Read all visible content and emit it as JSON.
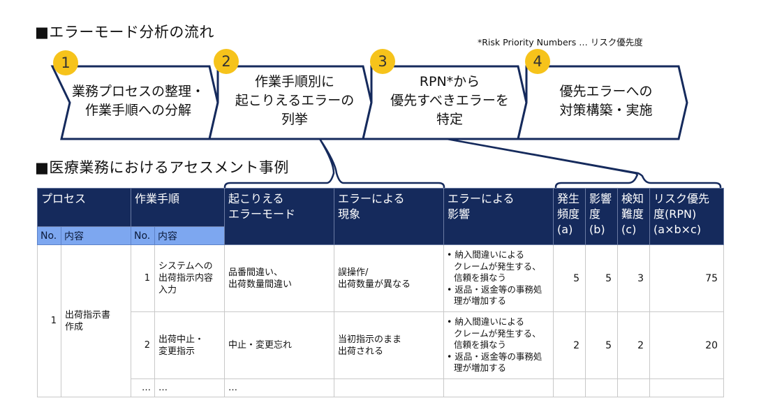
{
  "flow": {
    "title": "■エラーモード分析の流れ",
    "footnote": "*Risk Priority Numbers … リスク優先度",
    "steps": [
      {
        "number": "1",
        "line1": "業務プロセスの整理・",
        "line2": "作業手順への分解",
        "line3": ""
      },
      {
        "number": "2",
        "line1": "作業手順別に",
        "line2": "起こりえるエラーの",
        "line3": "列挙"
      },
      {
        "number": "3",
        "line1": "RPN*から",
        "line2": "優先すべきエラーを",
        "line3": "特定"
      },
      {
        "number": "4",
        "line1": "優先エラーへの",
        "line2": "対策構築・実施",
        "line3": ""
      }
    ]
  },
  "assessment": {
    "title": "■医療業務におけるアセスメント事例",
    "headers": {
      "process": "プロセス",
      "procedure": "作業手順",
      "error_mode_1": "起こりえる",
      "error_mode_2": "エラーモード",
      "phenomenon_1": "エラーによる",
      "phenomenon_2": "現象",
      "impact_1": "エラーによる",
      "impact_2": "影響",
      "freq_1": "発生",
      "freq_2": "頻度",
      "freq_3": "(a)",
      "influence_1": "影響",
      "influence_2": "度",
      "influence_3": "(b)",
      "detect_1": "検知",
      "detect_2": "難度",
      "detect_3": "(c)",
      "rpn_1": "リスク優先",
      "rpn_2": "度(RPN)",
      "rpn_3": "(a×b×c)",
      "no": "No.",
      "content": "内容"
    },
    "process": {
      "no": "1",
      "content_1": "出荷指示書",
      "content_2": "作成"
    },
    "rows": [
      {
        "step_no": "1",
        "step_1": "システムへの",
        "step_2": "出荷指示内容",
        "step_3": "入力",
        "mode_1": "品番間違い、",
        "mode_2": "出荷数量間違い",
        "phen_1": "誤操作/",
        "phen_2": "出荷数量が異なる",
        "impact_a1": "• 納入間違いによる",
        "impact_a2": "クレームが発生する、",
        "impact_a3": "信頼を損なう",
        "impact_b1": "• 返品・返金等の事務処",
        "impact_b2": "理が増加する",
        "a": "5",
        "b": "5",
        "c": "3",
        "rpn": "75"
      },
      {
        "step_no": "2",
        "step_1": "出荷中止・",
        "step_2": "変更指示",
        "step_3": "",
        "mode_1": "中止・変更忘れ",
        "mode_2": "",
        "phen_1": "当初指示のまま",
        "phen_2": "出荷される",
        "impact_a1": "• 納入間違いによる",
        "impact_a2": "クレームが発生する、",
        "impact_a3": "信頼を損なう",
        "impact_b1": "• 返品・返金等の事務処",
        "impact_b2": "理が増加する",
        "a": "2",
        "b": "5",
        "c": "2",
        "rpn": "20"
      }
    ],
    "ellipsis_row": {
      "no": "…",
      "content": "…",
      "mode": "…"
    }
  }
}
